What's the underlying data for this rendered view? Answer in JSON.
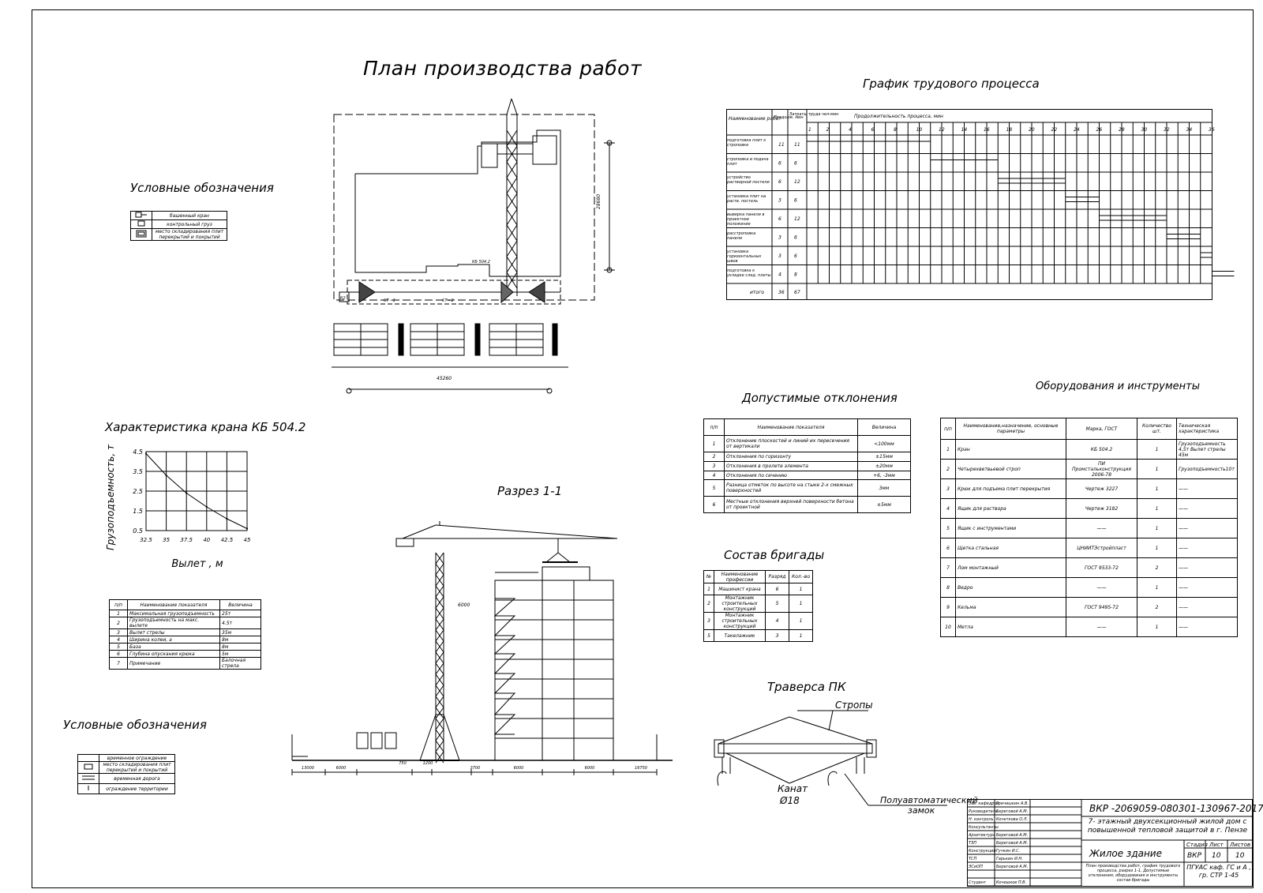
{
  "titles": {
    "main": "План производства работ",
    "legend1": "Условные обозначения",
    "legend2": "Условные обозначения",
    "labour": "График трудового процесса",
    "crane_char": "Характеристика  крана КБ 504.2",
    "section": "Разрез 1-1",
    "deviations": "Допустимые отклонения",
    "equipment": "Оборудования и инструменты",
    "brigade": "Состав бригады",
    "traverse": "Траверса ПК"
  },
  "legend1_rows": [
    {
      "symbol": "crane-icon",
      "text": "башенный кран"
    },
    {
      "symbol": "control-load-icon",
      "text": "контрольный груз"
    },
    {
      "symbol": "storage-icon",
      "text": "место складирования плит перекрытий и покрытий"
    }
  ],
  "legend2_rows": [
    {
      "text": "временное ограждение"
    },
    {
      "text": "место складирования плит перекрытий и покрытий"
    },
    {
      "text": "временная дорога"
    },
    {
      "text": "ограждение территории"
    }
  ],
  "plan_labels": {
    "dim_bottom": "45260",
    "dim_right": "28680",
    "note1": "КБ 504.2",
    "st1": "СТ - 1",
    "st2": "СТ - 2",
    "k2": "К2"
  },
  "labour": {
    "h_name": "Наименование работ",
    "h_dur": "Продолж. мин",
    "h_cost": "Затраты труда чел-мин",
    "h_period": "Продолжительность процесса, мин",
    "scale": [
      "1",
      "2",
      "4",
      "6",
      "8",
      "10",
      "12",
      "14",
      "16",
      "18",
      "20",
      "22",
      "24",
      "26",
      "28",
      "30",
      "32",
      "34",
      "36"
    ],
    "rows": [
      {
        "name": "подготовка плит к строповке",
        "dur": "11",
        "cost": "11"
      },
      {
        "name": "строповка и подача плит",
        "dur": "6",
        "cost": "6"
      },
      {
        "name": "устройство растворной постели",
        "dur": "6",
        "cost": "12"
      },
      {
        "name": "установка плит на раств. постель",
        "dur": "3",
        "cost": "6"
      },
      {
        "name": "выверка панели в проектное положение",
        "dur": "6",
        "cost": "12"
      },
      {
        "name": "расстроповка панели",
        "dur": "3",
        "cost": "6"
      },
      {
        "name": "установка горизонтальных швов",
        "dur": "3",
        "cost": "6"
      },
      {
        "name": "подготовка к укладке след. плиты",
        "dur": "4",
        "cost": "8"
      }
    ],
    "total_label": "итого",
    "total_dur": "36",
    "total_cost": "67"
  },
  "crane_chart": {
    "ylabel": "Грузоподъемность, т",
    "xlabel": "Вылет , м",
    "yticks": [
      "4.5",
      "3.5",
      "2.5",
      "1.5",
      "0.5"
    ],
    "xticks": [
      "32.5",
      "35",
      "37.5",
      "40",
      "42.5",
      "45"
    ]
  },
  "chart_data": {
    "type": "line",
    "title": "Характеристика  крана КБ 504.2",
    "xlabel": "Вылет , м",
    "ylabel": "Грузоподъемность, т",
    "xlim": [
      32.5,
      45
    ],
    "ylim": [
      0.5,
      4.5
    ],
    "grid": true,
    "x": [
      32.5,
      35,
      37.5,
      40,
      42.5,
      45
    ],
    "y": [
      4.4,
      3.3,
      2.4,
      1.7,
      1.1,
      0.6
    ]
  },
  "crane_table": {
    "headers": [
      "п/п",
      "Наименование показателя",
      "Величина"
    ],
    "rows": [
      [
        "1",
        "Максимальная грузоподъемность",
        "25т"
      ],
      [
        "2",
        "Грузоподъемность на макс. вылете",
        "4.5т"
      ],
      [
        "3",
        "Вылет стрелы",
        "35м"
      ],
      [
        "4",
        "Ширина колеи, а",
        "8м"
      ],
      [
        "5",
        "База",
        "8м"
      ],
      [
        "6",
        "Глубина опускания крюка",
        "5м"
      ],
      [
        "7",
        "Примечание",
        "Балочная стрела"
      ]
    ]
  },
  "section_labels": {
    "dims": [
      "13000",
      "6000",
      "750",
      "1200",
      "3700",
      "6000",
      "6000",
      "16750"
    ],
    "d6000": "6000"
  },
  "deviations": {
    "headers": [
      "п/п",
      "Наименование показателя",
      "Величина"
    ],
    "rows": [
      [
        "1",
        "Отклонение плоскостей и линий их пересечения от вертикали",
        "<100мм"
      ],
      [
        "2",
        "Отклонения по горизонту",
        "±15мм"
      ],
      [
        "3",
        "Отклонения в пролете элемента",
        "±20мм"
      ],
      [
        "4",
        "Отклонения по сечению",
        "+6, -3мм"
      ],
      [
        "5",
        "Разница отметок по высоте на стыке 2-х смежных поверхностей",
        "3мм"
      ],
      [
        "6",
        "Местные отклонения верхней поверхности бетона от проектной",
        "±5мм"
      ]
    ]
  },
  "brigade": {
    "headers": [
      "№",
      "Наименование профессии",
      "Разряд",
      "Кол.-во"
    ],
    "rows": [
      [
        "1",
        "Машинист крана",
        "6",
        "1"
      ],
      [
        "2",
        "Монтажник строительных конструкций",
        "5",
        "1"
      ],
      [
        "3",
        "Монтажник строительных конструкций",
        "4",
        "1"
      ],
      [
        "5",
        "Такелажник",
        "3",
        "1"
      ]
    ]
  },
  "equipment": {
    "headers": [
      "п/п",
      "Наименование,назначение, основные параметры",
      "Марка, ГОСТ",
      "Количество шт.",
      "Техническая характеристика"
    ],
    "rows": [
      [
        "1",
        "Кран",
        "КБ 504.2",
        "1",
        "Грузоподъемность 4,5т Вылет стрелы 45м"
      ],
      [
        "2",
        "Четырехветвьевой строп",
        "ПИ Промстальконструкция 2006-78",
        "1",
        "Грузоподъемность10т"
      ],
      [
        "3",
        "Крюк для подъема плит перекрытия",
        "Чертеж 3227",
        "1",
        "——"
      ],
      [
        "4",
        "Ящик для раствора",
        "Чертеж 3182",
        "1",
        "——"
      ],
      [
        "5",
        "Ящик с инструментами",
        "——",
        "1",
        "——"
      ],
      [
        "6",
        "Щетка стальная",
        "ЦНИИТЭстройпласт",
        "1",
        "——"
      ],
      [
        "7",
        "Лом монтажный",
        "ГОСТ 9533-72",
        "2",
        "——"
      ],
      [
        "8",
        "Ведро",
        "——",
        "1",
        "——"
      ],
      [
        "9",
        "Кельма",
        "ГОСТ 9495-72",
        "2",
        "——"
      ],
      [
        "10",
        "Метла",
        "——",
        "1",
        "——"
      ]
    ]
  },
  "traverse": {
    "slings": "Стропы",
    "rope": "Канат",
    "rope_d": "Ø18",
    "lock1": "Полуавтоматический",
    "lock2": "замок"
  },
  "stamp": {
    "code": "ВКР -2069059-080301-130967-2017",
    "project": "7- этажный двухсекционный жилой дом с повышенной тепловой защитой в г. Пензе",
    "building": "Жилое здание",
    "stage_h": "Стадия",
    "sheet_h": "Лист",
    "sheets_h": "Листов",
    "stage": "ВКР",
    "sheet": "10",
    "sheets": "10",
    "content": "План производства работ, график трудового процесса, разрез 1-1, Допустимые отклонения, оборудования и инструменты состав бригады",
    "org": "ПГУАС каф. ГС и А , гр. СТР 1-45",
    "people": [
      [
        "Зав. кафедрой",
        "Гречишкин А.В."
      ],
      [
        "Руководитель",
        "Береговой А.М."
      ],
      [
        "Н. контроль",
        "Кочеткова О.Л."
      ],
      [
        "Консультанты",
        ""
      ],
      [
        "Архитектура",
        "Береговой А.М."
      ],
      [
        "ТЗП",
        "Береговой А.М."
      ],
      [
        "Конструкции",
        "Гучкин И.С."
      ],
      [
        "ТСП",
        "Гарькин И.Н."
      ],
      [
        "ЭСиОП",
        "Береговой А.М."
      ],
      [
        "",
        ""
      ],
      [
        "Студент",
        "Кочешков П.В."
      ]
    ]
  }
}
